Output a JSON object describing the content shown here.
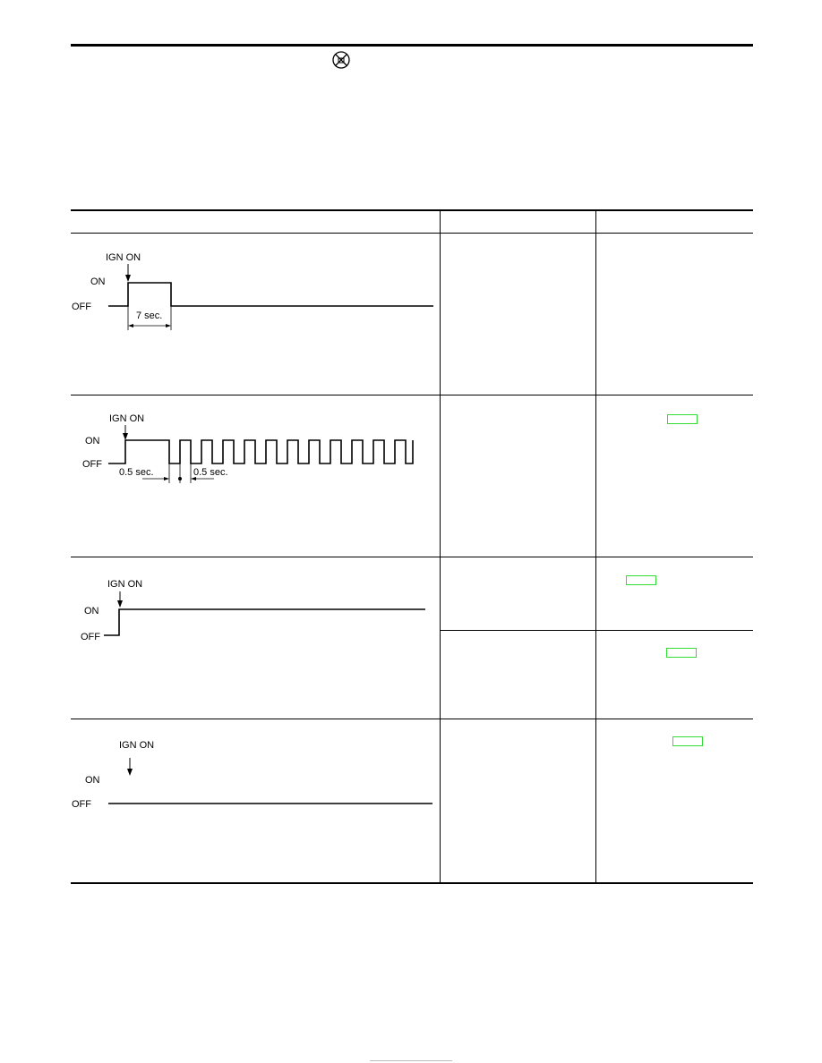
{
  "header": {
    "icon": "no-smoking-icon"
  },
  "rows": [
    {
      "labels": {
        "trigger": "IGN ON",
        "on": "ON",
        "off": "OFF",
        "duration": "7 sec."
      },
      "has_ref": false
    },
    {
      "labels": {
        "trigger": "IGN ON",
        "on": "ON",
        "off": "OFF",
        "period_left": "0.5 sec.",
        "period_right": "0.5 sec."
      },
      "has_ref": true
    },
    {
      "labels": {
        "trigger": "IGN ON",
        "on": "ON",
        "off": "OFF"
      },
      "has_ref": true,
      "split_ref": true
    },
    {
      "labels": {
        "trigger": "IGN ON",
        "on": "ON",
        "off": "OFF"
      },
      "has_ref": true
    }
  ],
  "colors": {
    "ref_box": "#33dd33",
    "line": "#000000"
  }
}
